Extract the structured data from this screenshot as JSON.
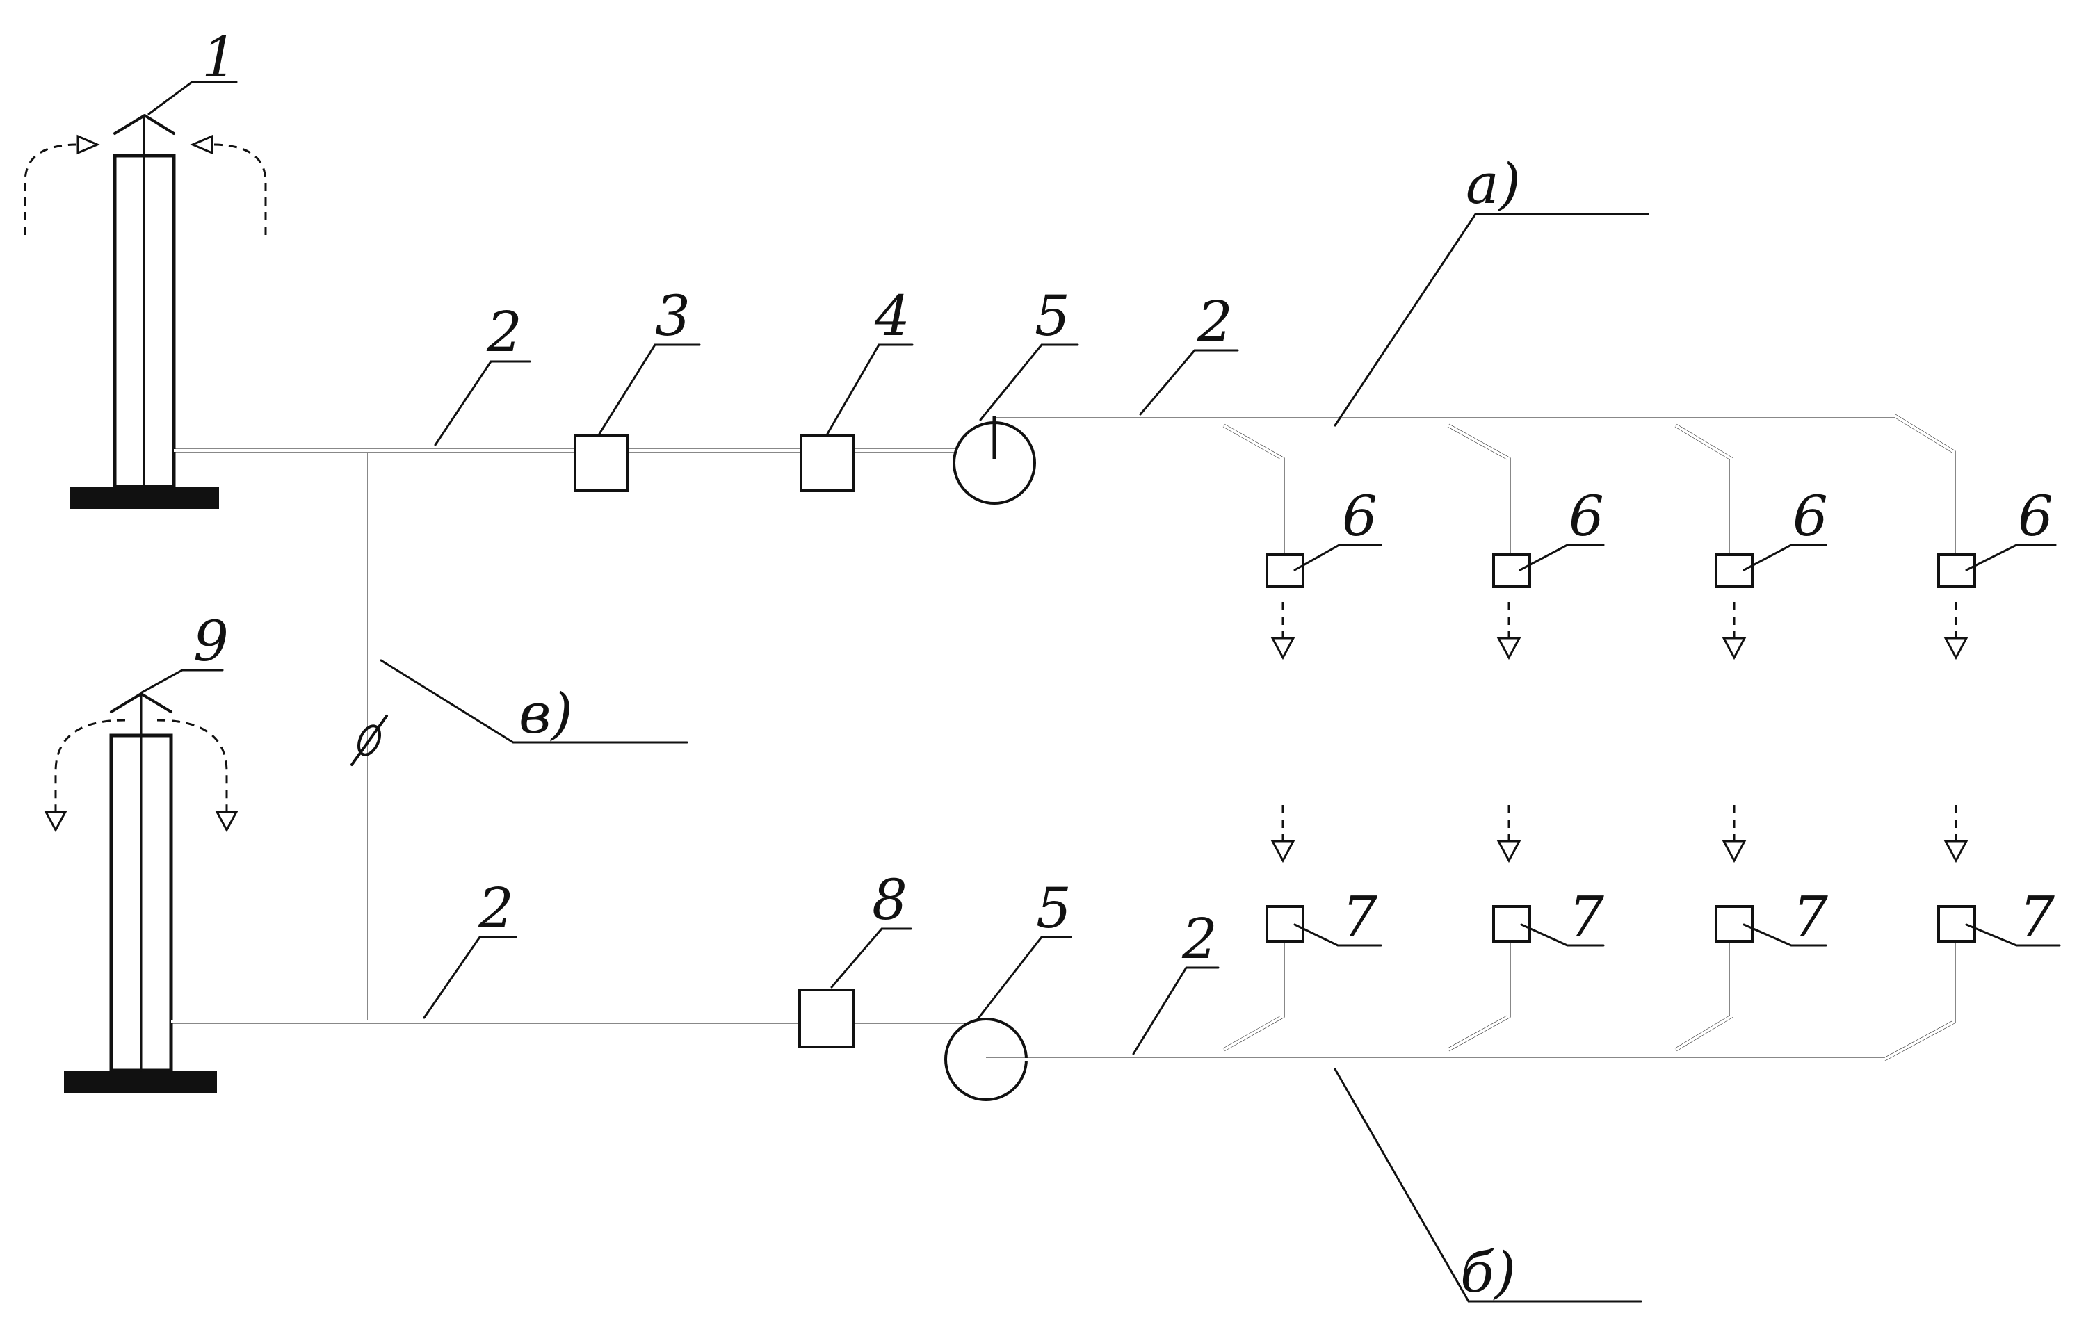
{
  "labels": {
    "cap_intake": "1",
    "duct": "2",
    "unit_3": "3",
    "unit_4": "4",
    "fan": "5",
    "supply_outlet": "6",
    "exhaust_inlet": "7",
    "unit_8": "8",
    "cap_exhaust": "9",
    "branch_a": "а)",
    "branch_b": "б)",
    "branch_v": "в)"
  }
}
